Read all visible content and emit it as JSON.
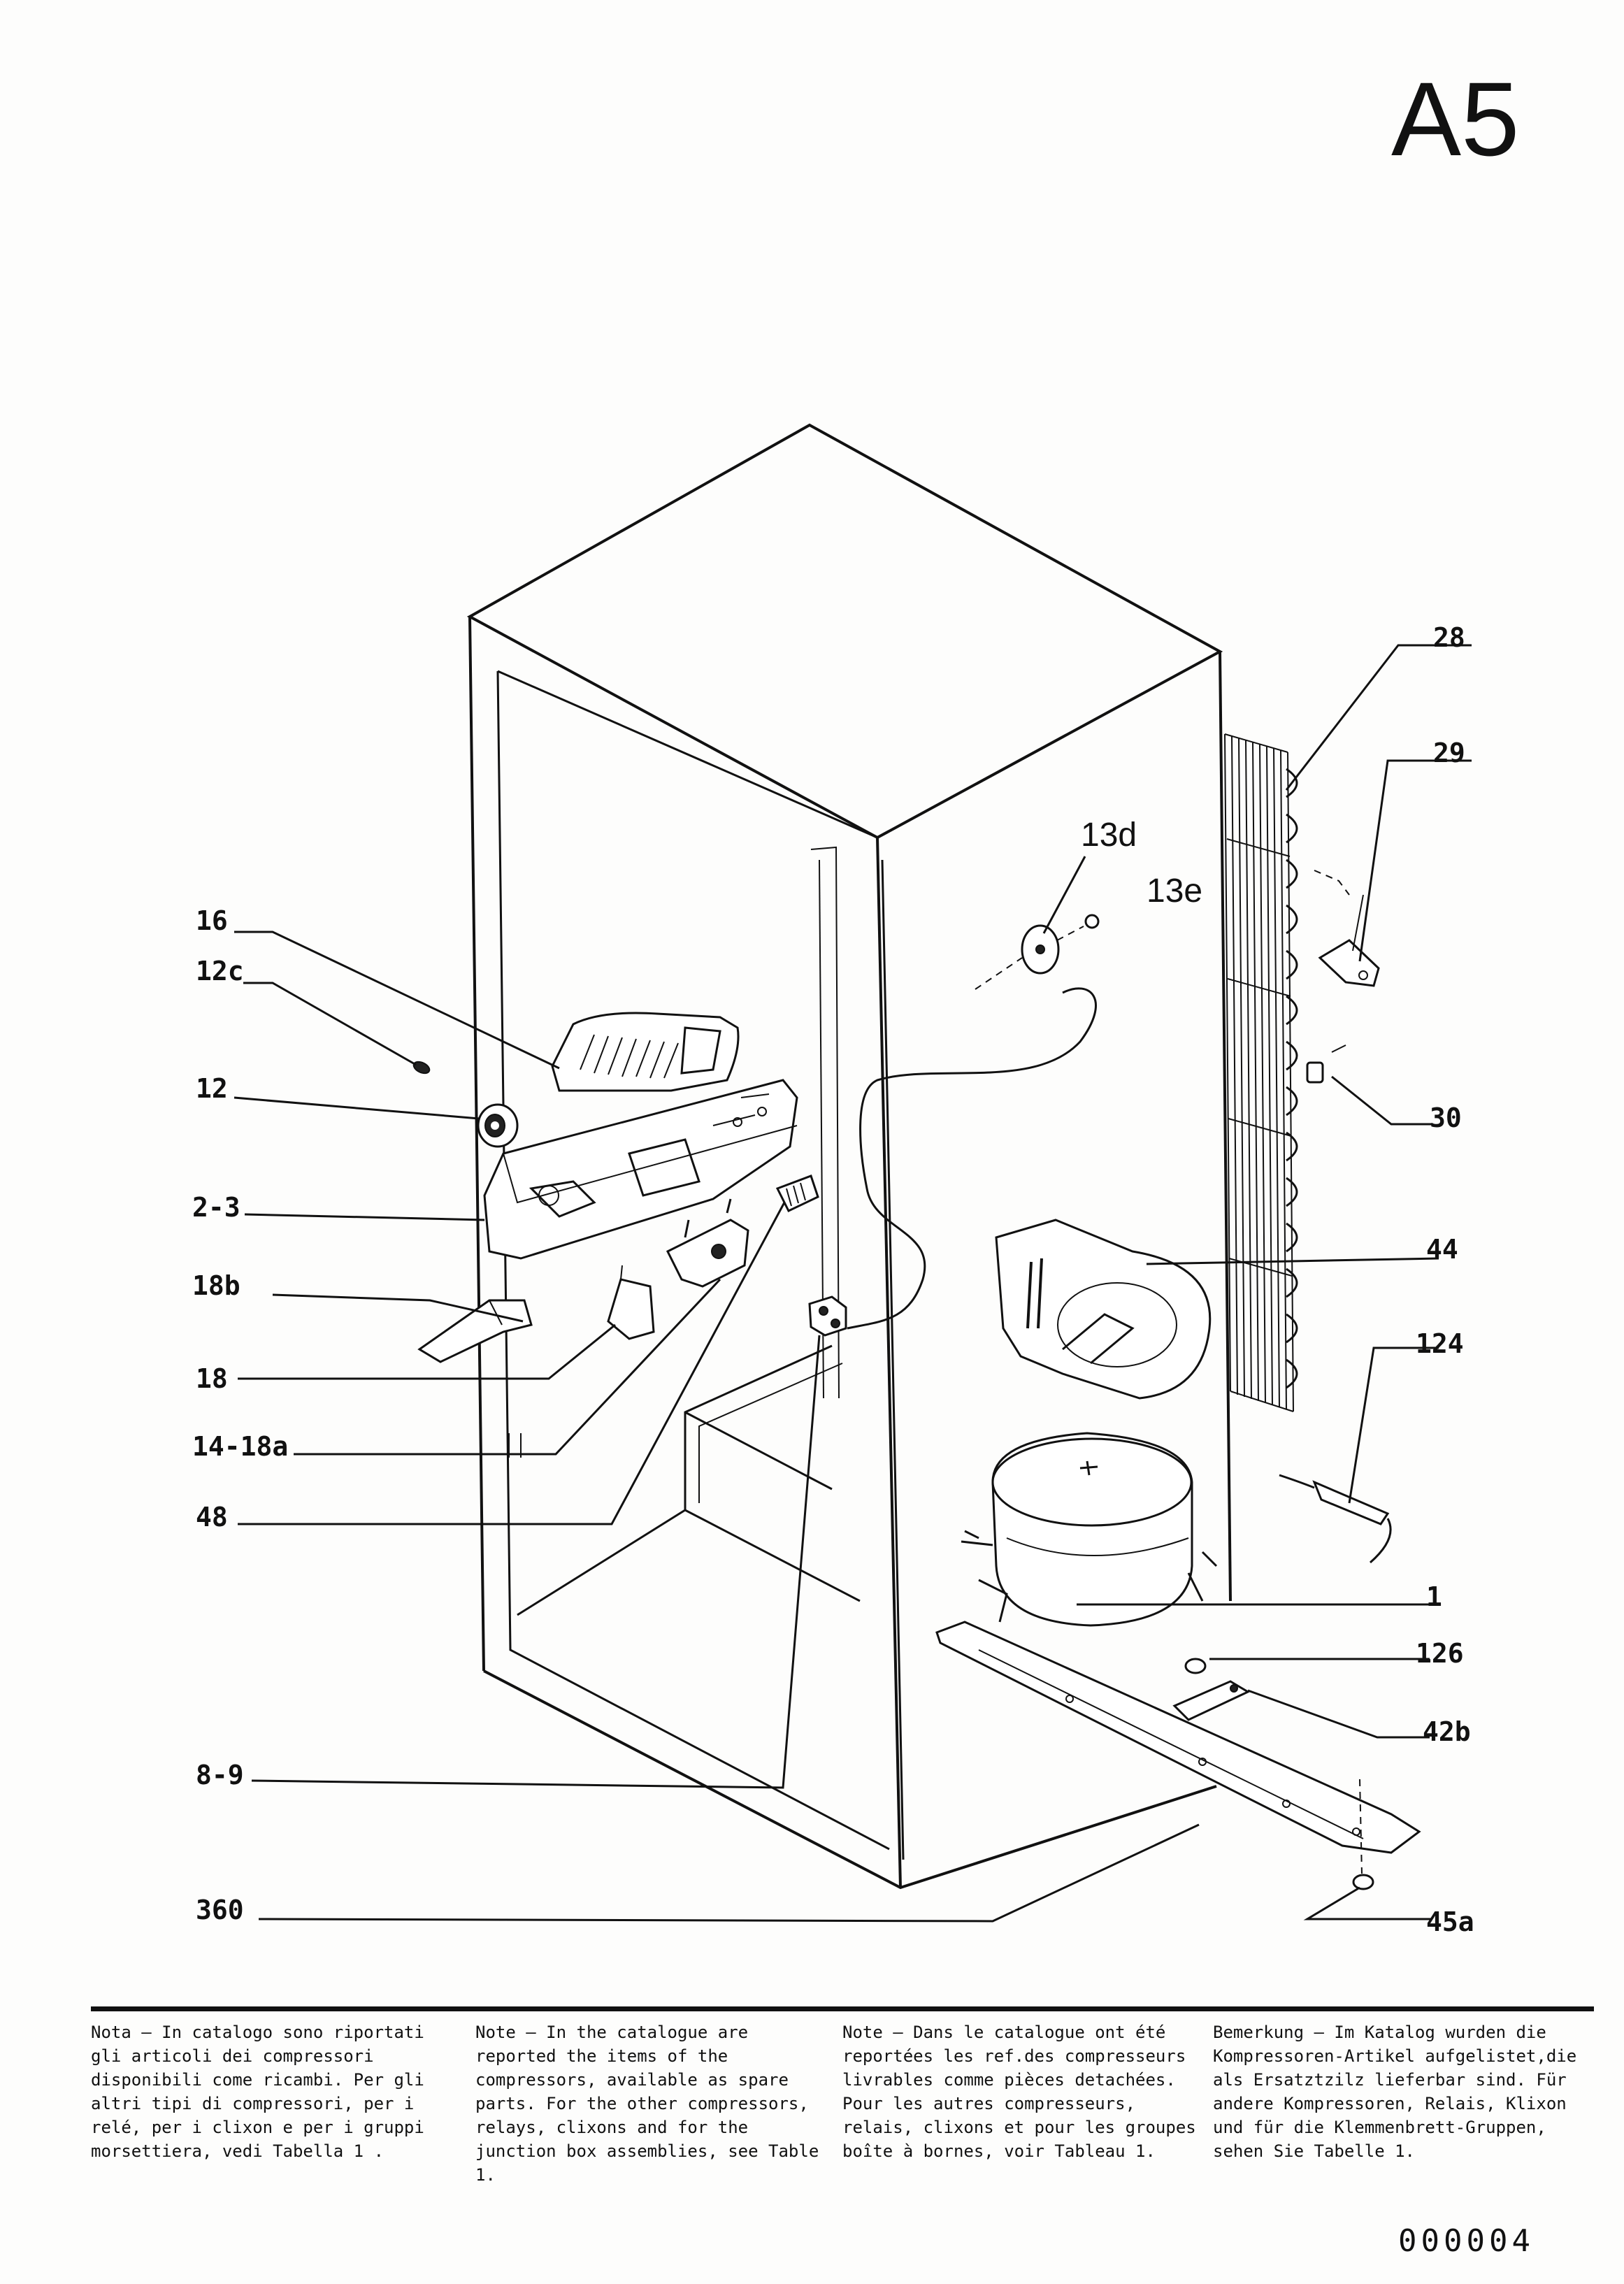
{
  "page_id": "A5",
  "part_labels": {
    "p28": "28",
    "p29": "29",
    "p13d": "13d",
    "p13e": "13e",
    "p16": "16",
    "p12c": "12c",
    "p12": "12",
    "p30": "30",
    "p2_3": "2-3",
    "p44": "44",
    "p18b": "18b",
    "p124": "124",
    "p18": "18",
    "p14_18a": "14-18a",
    "p48": "48",
    "p1": "1",
    "p126": "126",
    "p42b": "42b",
    "p8_9": "8-9",
    "p360": "360",
    "p45a": "45a"
  },
  "notes": {
    "italian": "Nota – In catalogo sono riportati gli articoli dei compressori disponibili come ricambi. Per gli altri tipi di compressori, per i relé, per i clixon e per i gruppi morsettiera, vedi Tabella 1 .",
    "english": "Note – In the catalogue are reported the items of the compressors, available as spare parts. For the other compressors, relays, clixons and for the junction box assemblies, see Table 1.",
    "french": "Note – Dans le catalogue ont été reportées les ref.des compresseurs livrables comme pièces detachées. Pour les autres compresseurs, relais, clixons et pour les groupes boîte à bornes, voir Tableau 1.",
    "german": "Bemerkung – Im Katalog wurden die Kompressoren-Artikel aufgelistet,die als Ersatztzilz lieferbar sind. Für andere Kompressoren, Relais, Klixon und für die Klemmenbrett-Gruppen, sehen Sie Tabelle 1."
  },
  "doc_number": "000004"
}
